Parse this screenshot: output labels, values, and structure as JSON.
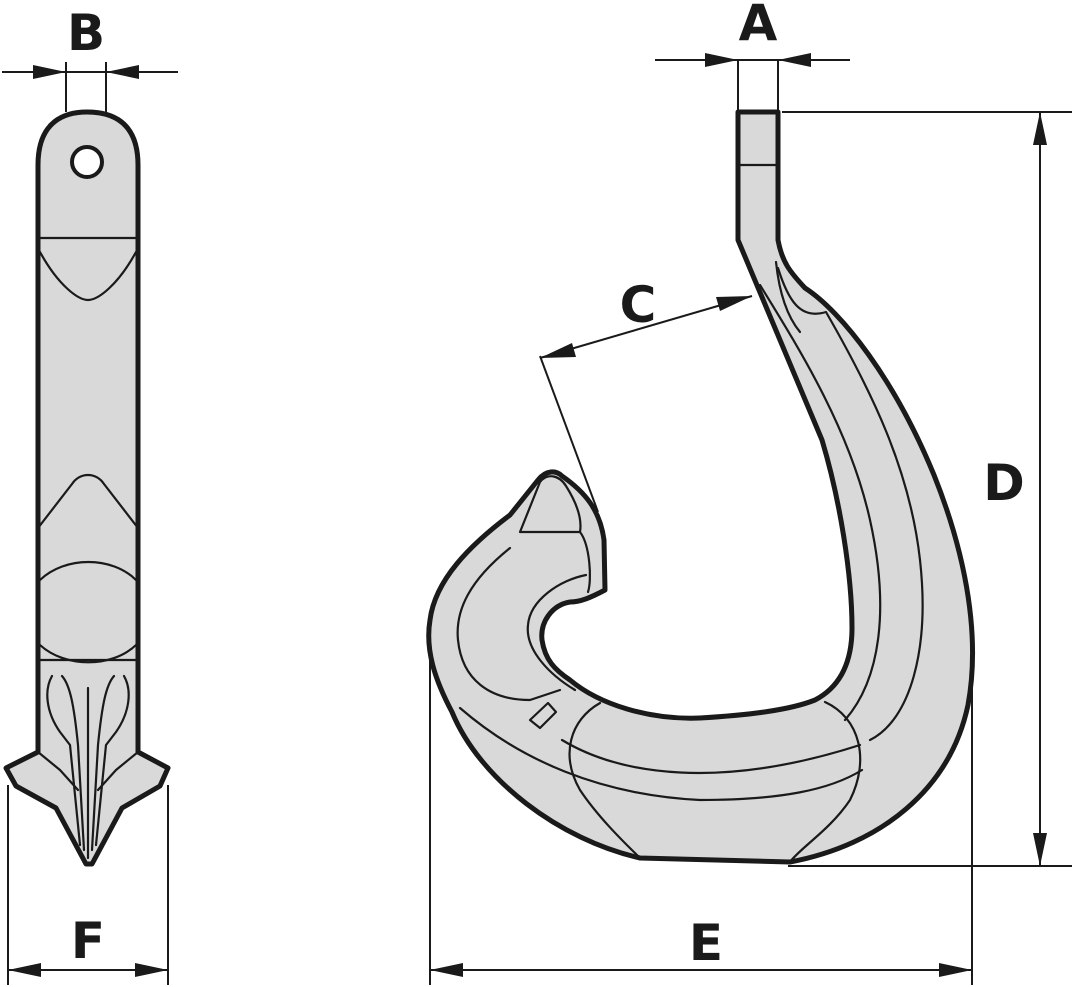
{
  "labels": {
    "a": "A",
    "b": "B",
    "c": "C",
    "d": "D",
    "e": "E",
    "f": "F"
  },
  "colors": {
    "body_fill": "#d9d9d9",
    "outline": "#1a1a1a",
    "background": "#ffffff"
  }
}
